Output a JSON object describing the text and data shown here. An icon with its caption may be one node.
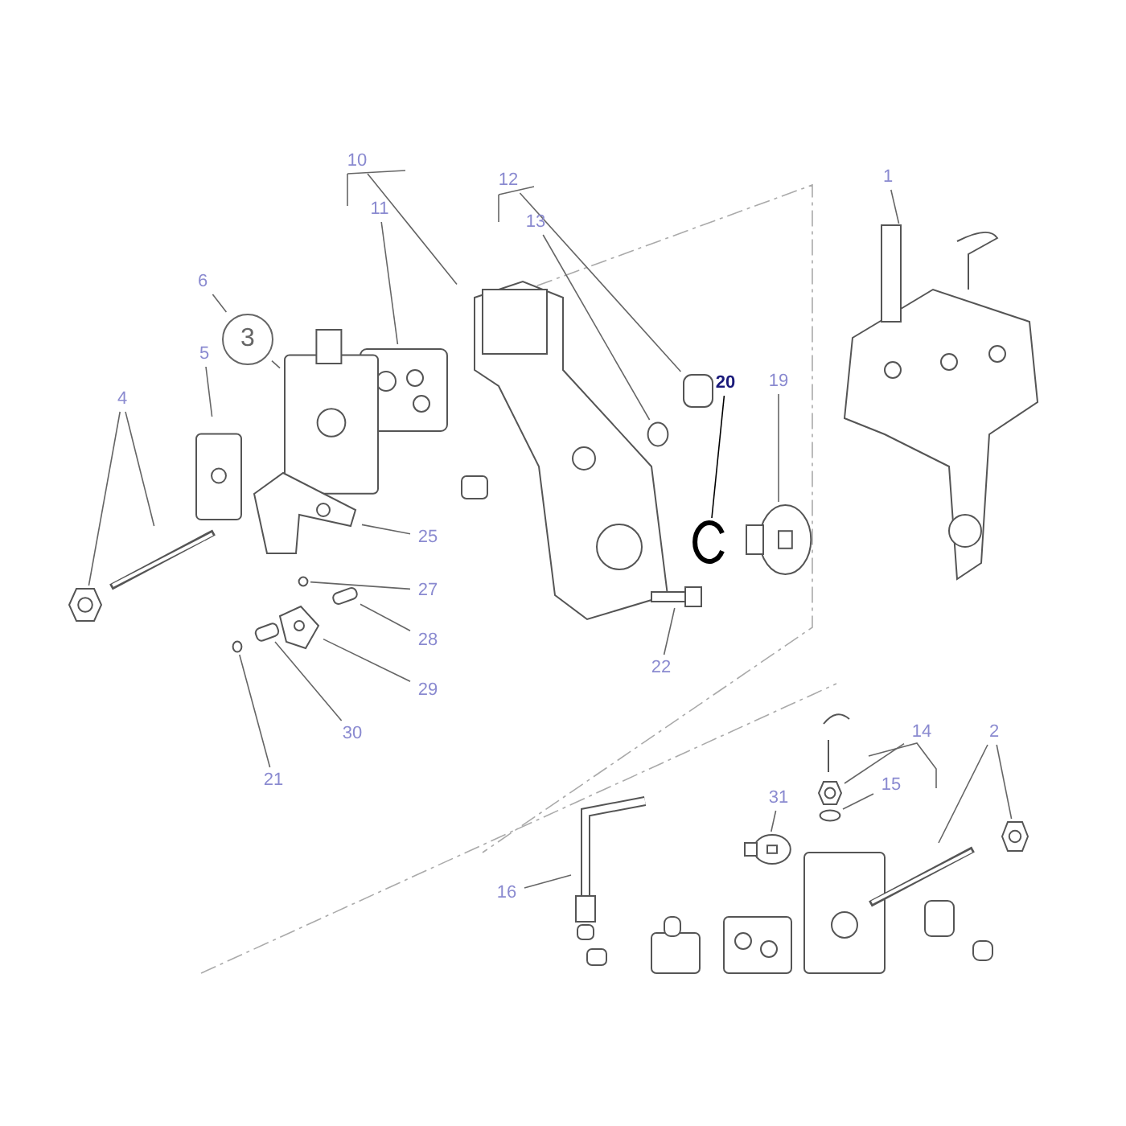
{
  "diagram": {
    "nodes": [
      {
        "text": [
          "10"
        ]
      },
      {
        "text": [
          "11"
        ]
      },
      {
        "text": [
          "12"
        ]
      },
      {
        "text": [
          "13"
        ]
      },
      {
        "text": [
          "6"
        ]
      },
      {
        "text": [
          "3"
        ]
      },
      {
        "text": [
          "5"
        ]
      },
      {
        "text": [
          "4"
        ]
      },
      {
        "text": [
          "1"
        ]
      },
      {
        "text": [
          "20"
        ]
      },
      {
        "text": [
          "19"
        ]
      },
      {
        "text": [
          "25"
        ]
      },
      {
        "text": [
          "27"
        ]
      },
      {
        "text": [
          "28"
        ]
      },
      {
        "text": [
          "29"
        ]
      },
      {
        "text": [
          "22"
        ]
      },
      {
        "text": [
          "30"
        ]
      },
      {
        "text": [
          "21"
        ]
      },
      {
        "text": [
          "14"
        ]
      },
      {
        "text": [
          "2"
        ]
      },
      {
        "text": [
          "15"
        ]
      },
      {
        "text": [
          "31"
        ]
      },
      {
        "text": [
          "16"
        ]
      },
      {
        "text": [],
        "shape": "picture"
      },
      {
        "text": [],
        "shape": "picture"
      },
      {
        "text": [],
        "shape": "picture"
      },
      {
        "text": [],
        "shape": "box"
      },
      {
        "text": [],
        "shape": "circle"
      },
      {
        "text": [],
        "shape": "picture"
      },
      {
        "text": [],
        "shape": "picture"
      },
      {
        "text": [],
        "shape": "picture"
      },
      {
        "text": [],
        "shape": "picture"
      },
      {
        "text": [],
        "shape": "picture"
      },
      {
        "text": [],
        "shape": "picture"
      },
      {
        "text": [],
        "shape": "picture"
      },
      {
        "text": [],
        "shape": "circle"
      },
      {
        "text": [],
        "shape": "bar"
      },
      {
        "text": [],
        "shape": "picture"
      },
      {
        "text": [],
        "shape": "picture"
      },
      {
        "text": [],
        "shape": "bar"
      },
      {
        "text": [],
        "shape": "circle"
      },
      {
        "text": [],
        "shape": "picture"
      },
      {
        "text": [],
        "shape": "picture"
      },
      {
        "text": [],
        "shape": "picture"
      },
      {
        "text": [],
        "shape": "circle"
      },
      {
        "text": [],
        "shape": "picture"
      },
      {
        "text": [],
        "shape": "picture"
      }
    ],
    "edges": [
      {
        "from": 0,
        "to": 24,
        "arrow": "none"
      },
      {
        "from": 1,
        "to": 25,
        "arrow": "none"
      },
      {
        "from": 2,
        "to": 26,
        "arrow": "none"
      },
      {
        "from": 3,
        "to": 27,
        "arrow": "none"
      },
      {
        "from": 4,
        "to": 5,
        "arrow": "none"
      },
      {
        "from": 5,
        "to": 28,
        "arrow": "none"
      },
      {
        "from": 6,
        "to": 29,
        "arrow": "none"
      },
      {
        "from": 7,
        "to": 30,
        "arrow": "none"
      },
      {
        "from": 7,
        "to": 31,
        "arrow": "none"
      },
      {
        "from": 8,
        "to": 23,
        "arrow": "none"
      },
      {
        "from": 9,
        "to": 32,
        "arrow": "none",
        "color": "#000000"
      },
      {
        "from": 10,
        "to": 33,
        "arrow": "none"
      },
      {
        "from": 11,
        "to": 34,
        "arrow": "none"
      },
      {
        "from": 12,
        "to": 35,
        "arrow": "none"
      },
      {
        "from": 13,
        "to": 36,
        "arrow": "none"
      },
      {
        "from": 14,
        "to": 37,
        "arrow": "none"
      },
      {
        "from": 15,
        "to": 38,
        "arrow": "none"
      },
      {
        "from": 16,
        "to": 39,
        "arrow": "none"
      },
      {
        "from": 17,
        "to": 40,
        "arrow": "none"
      },
      {
        "from": 18,
        "to": 41,
        "arrow": "none"
      },
      {
        "from": 19,
        "to": 42,
        "arrow": "none"
      },
      {
        "from": 19,
        "to": 43,
        "arrow": "none"
      },
      {
        "from": 20,
        "to": 44,
        "arrow": "none"
      },
      {
        "from": 21,
        "to": 45,
        "arrow": "none"
      },
      {
        "from": 22,
        "to": 46,
        "arrow": "none"
      }
    ]
  }
}
